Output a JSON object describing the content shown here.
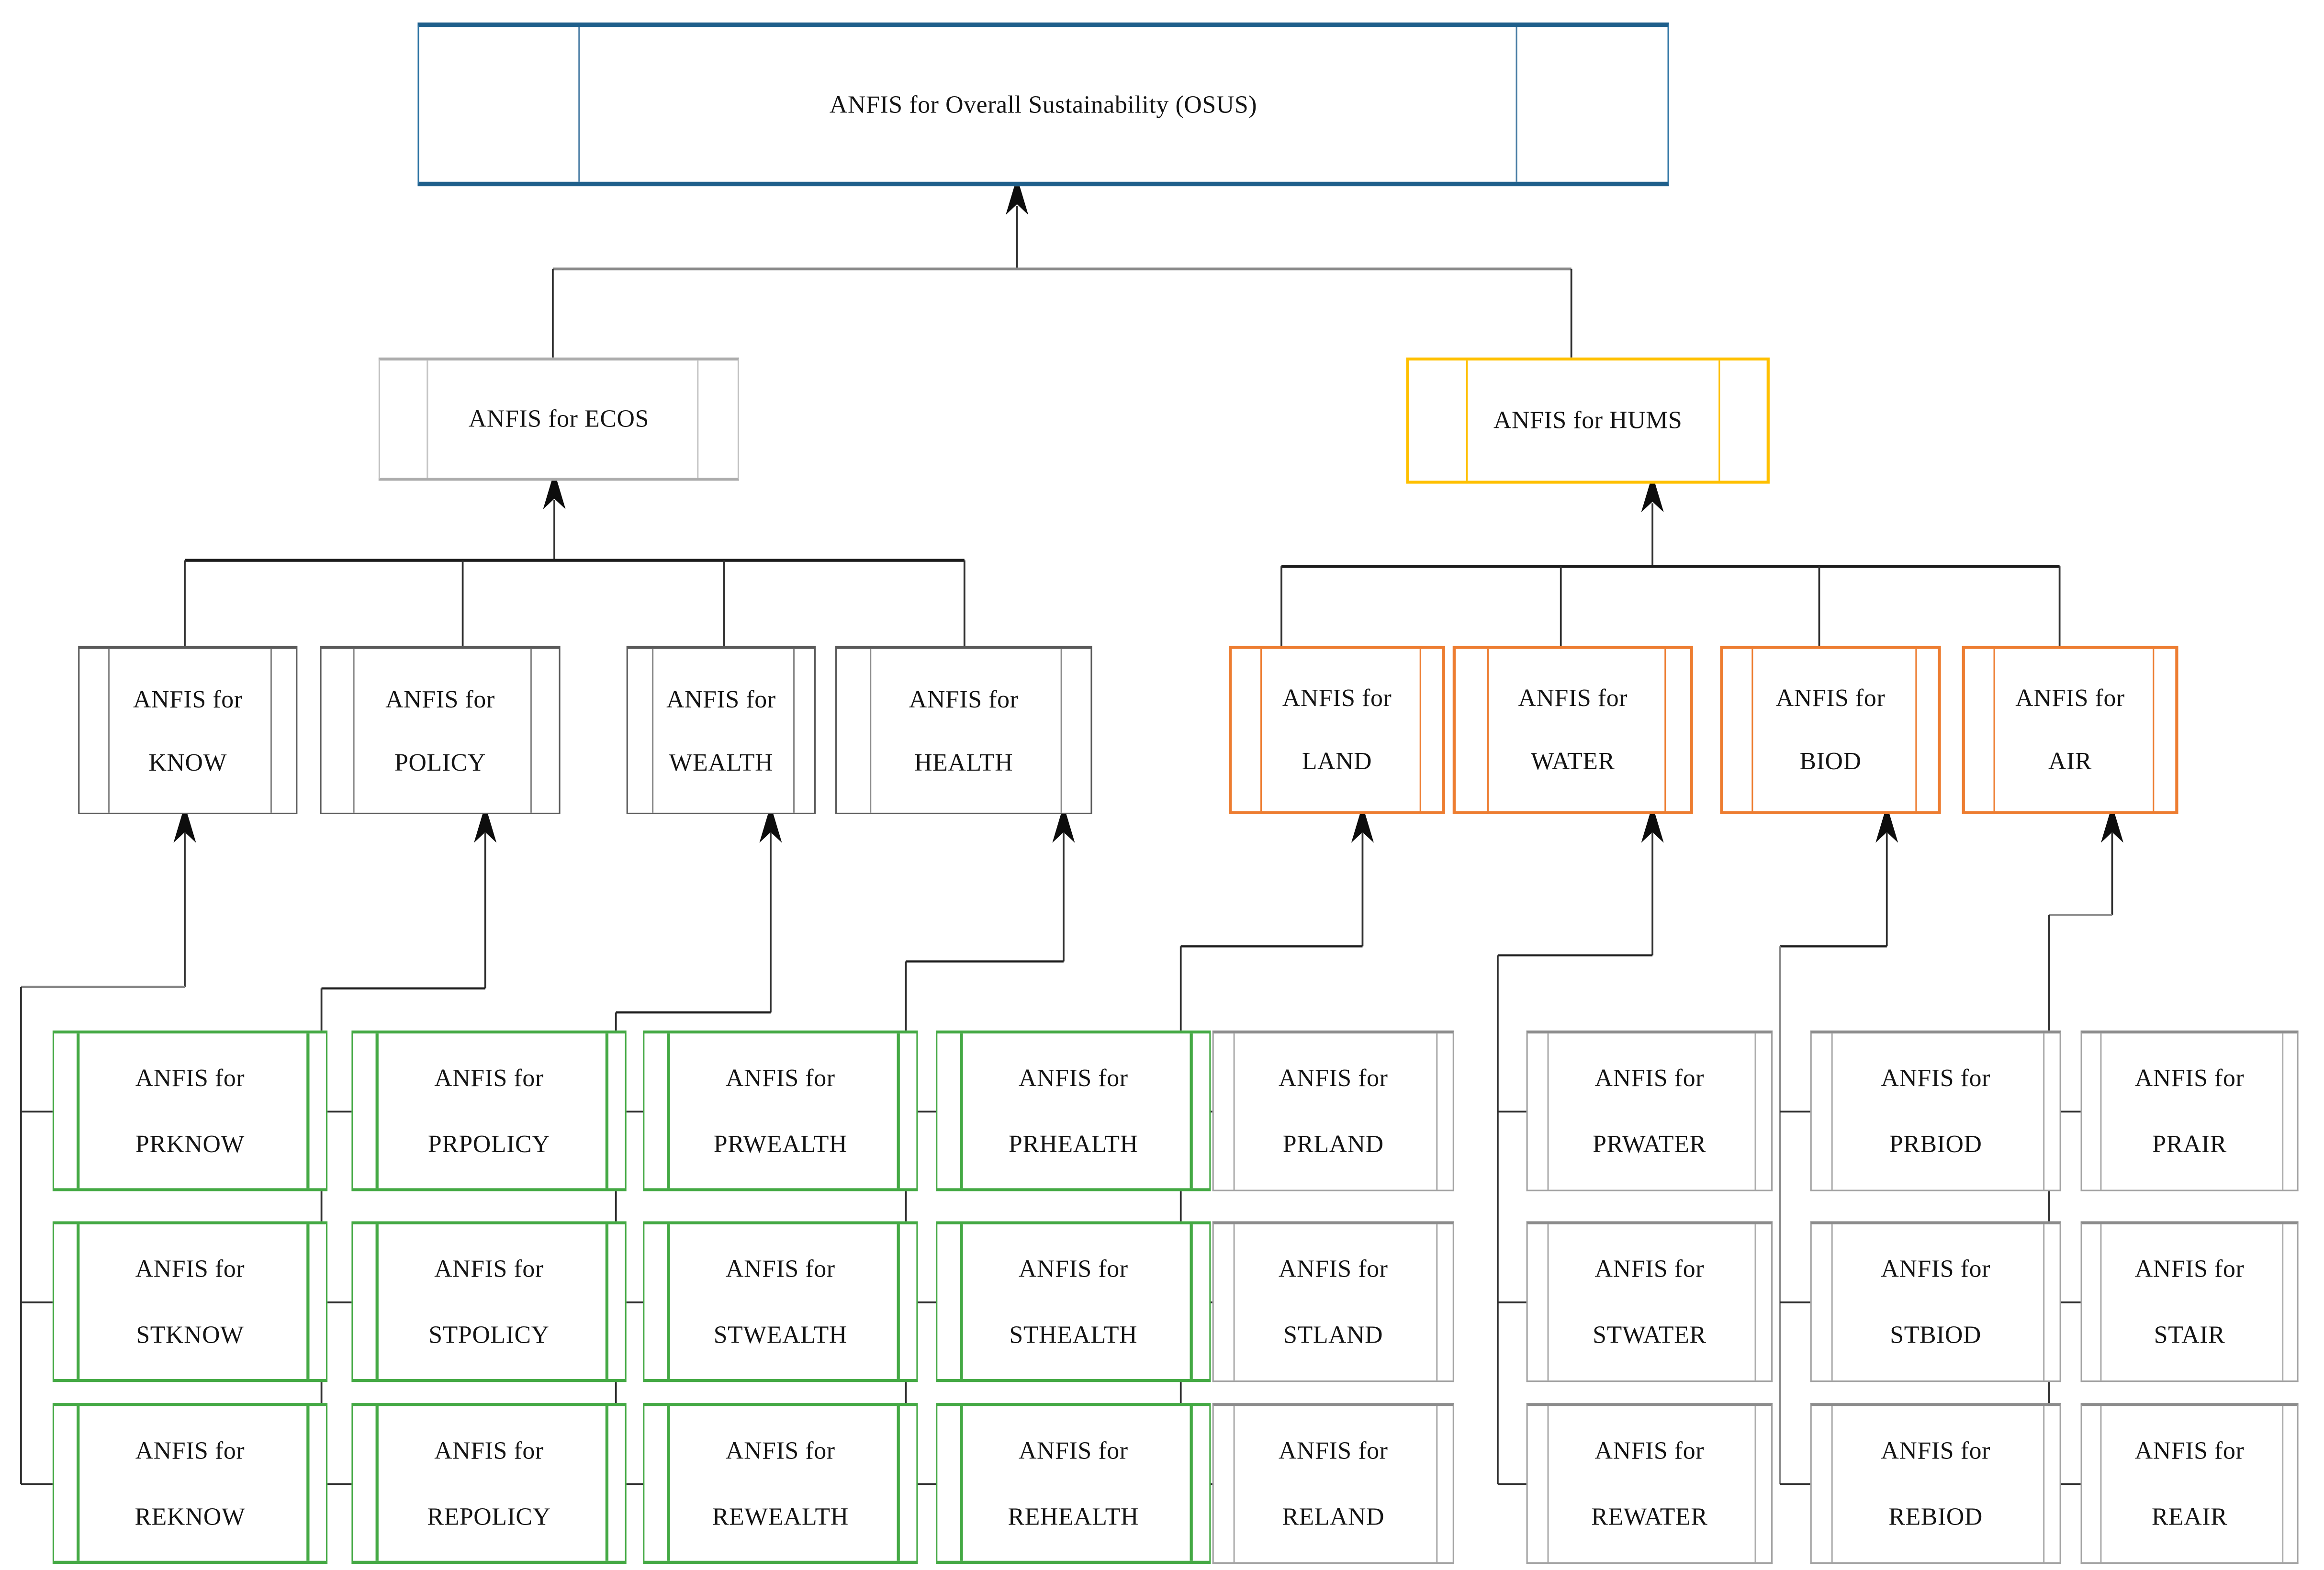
{
  "diagram": {
    "box_label_prefix": "ANFIS for",
    "root": {
      "id": "osus",
      "label": "ANFIS for Overall Sustainability (OSUS)"
    },
    "level2": [
      {
        "id": "ecos",
        "label": "ANFIS for ECOS"
      },
      {
        "id": "hums",
        "label": "ANFIS for HUMS"
      }
    ],
    "branches": [
      {
        "id": "know",
        "parent": "ecos",
        "label": "KNOW",
        "children": [
          "PRKNOW",
          "STKNOW",
          "REKNOW"
        ]
      },
      {
        "id": "policy",
        "parent": "ecos",
        "label": "POLICY",
        "children": [
          "PRPOLICY",
          "STPOLICY",
          "REPOLICY"
        ]
      },
      {
        "id": "wealth",
        "parent": "ecos",
        "label": "WEALTH",
        "children": [
          "PRWEALTH",
          "STWEALTH",
          "REWEALTH"
        ]
      },
      {
        "id": "health",
        "parent": "ecos",
        "label": "HEALTH",
        "children": [
          "PRHEALTH",
          "STHEALTH",
          "REHEALTH"
        ]
      },
      {
        "id": "land",
        "parent": "hums",
        "label": "LAND",
        "children": [
          "PRLAND",
          "STLAND",
          "RELAND"
        ]
      },
      {
        "id": "water",
        "parent": "hums",
        "label": "WATER",
        "children": [
          "PRWATER",
          "STWATER",
          "REWATER"
        ]
      },
      {
        "id": "biod",
        "parent": "hums",
        "label": "BIOD",
        "children": [
          "PRBIOD",
          "STBIOD",
          "REBIOD"
        ]
      },
      {
        "id": "air",
        "parent": "hums",
        "label": "AIR",
        "children": [
          "PRAIR",
          "STAIR",
          "REAIR"
        ]
      }
    ],
    "colors": {
      "root_border": "#1F5F8B",
      "ecos_border": "#BDBDBD",
      "hums_border": "#FFC000",
      "ecos_branch_border": "#595959",
      "hums_branch_border": "#ED7D31",
      "ecos_child_border": "#44A944",
      "hums_child_border": "#8C8C8C",
      "connector": "#2F2F2F",
      "top_bus": "#8A8A8A",
      "arrowhead": "#0D0D0D"
    }
  }
}
